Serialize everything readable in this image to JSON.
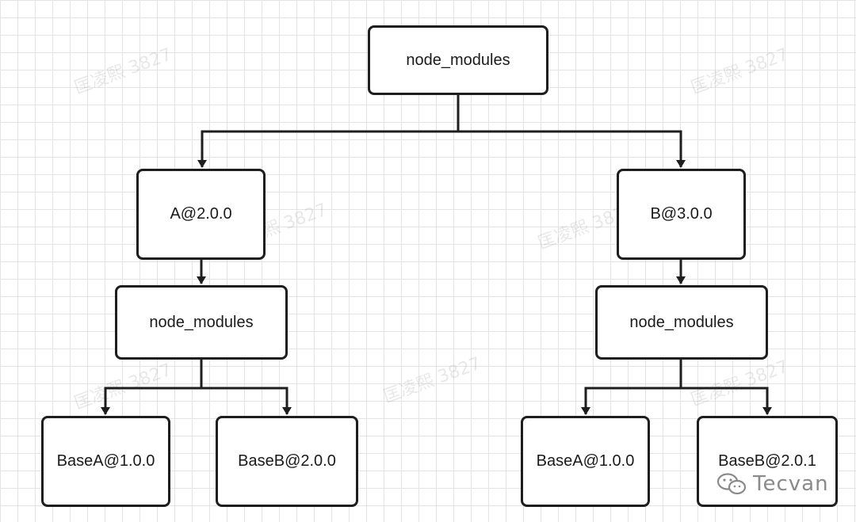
{
  "diagram": {
    "nodes": {
      "root": {
        "label": "node_modules"
      },
      "a": {
        "label": "A@2.0.0"
      },
      "b": {
        "label": "B@3.0.0"
      },
      "a_modules": {
        "label": "node_modules"
      },
      "b_modules": {
        "label": "node_modules"
      },
      "a_base_a": {
        "label": "BaseA@1.0.0"
      },
      "a_base_b": {
        "label": "BaseB@2.0.0"
      },
      "b_base_a": {
        "label": "BaseA@1.0.0"
      },
      "b_base_b": {
        "label": "BaseB@2.0.1"
      }
    },
    "edges": [
      [
        "root",
        "a"
      ],
      [
        "root",
        "b"
      ],
      [
        "a",
        "a_modules"
      ],
      [
        "b",
        "b_modules"
      ],
      [
        "a_modules",
        "a_base_a"
      ],
      [
        "a_modules",
        "a_base_b"
      ],
      [
        "b_modules",
        "b_base_a"
      ],
      [
        "b_modules",
        "b_base_b"
      ]
    ]
  },
  "watermark": {
    "text": "匡凌熙 3827"
  },
  "credit": {
    "text": "Tecvan",
    "icon": "wechat-icon"
  },
  "colors": {
    "stroke": "#1e1e1e",
    "grid": "#e4e4e4",
    "background": "#ffffff"
  }
}
